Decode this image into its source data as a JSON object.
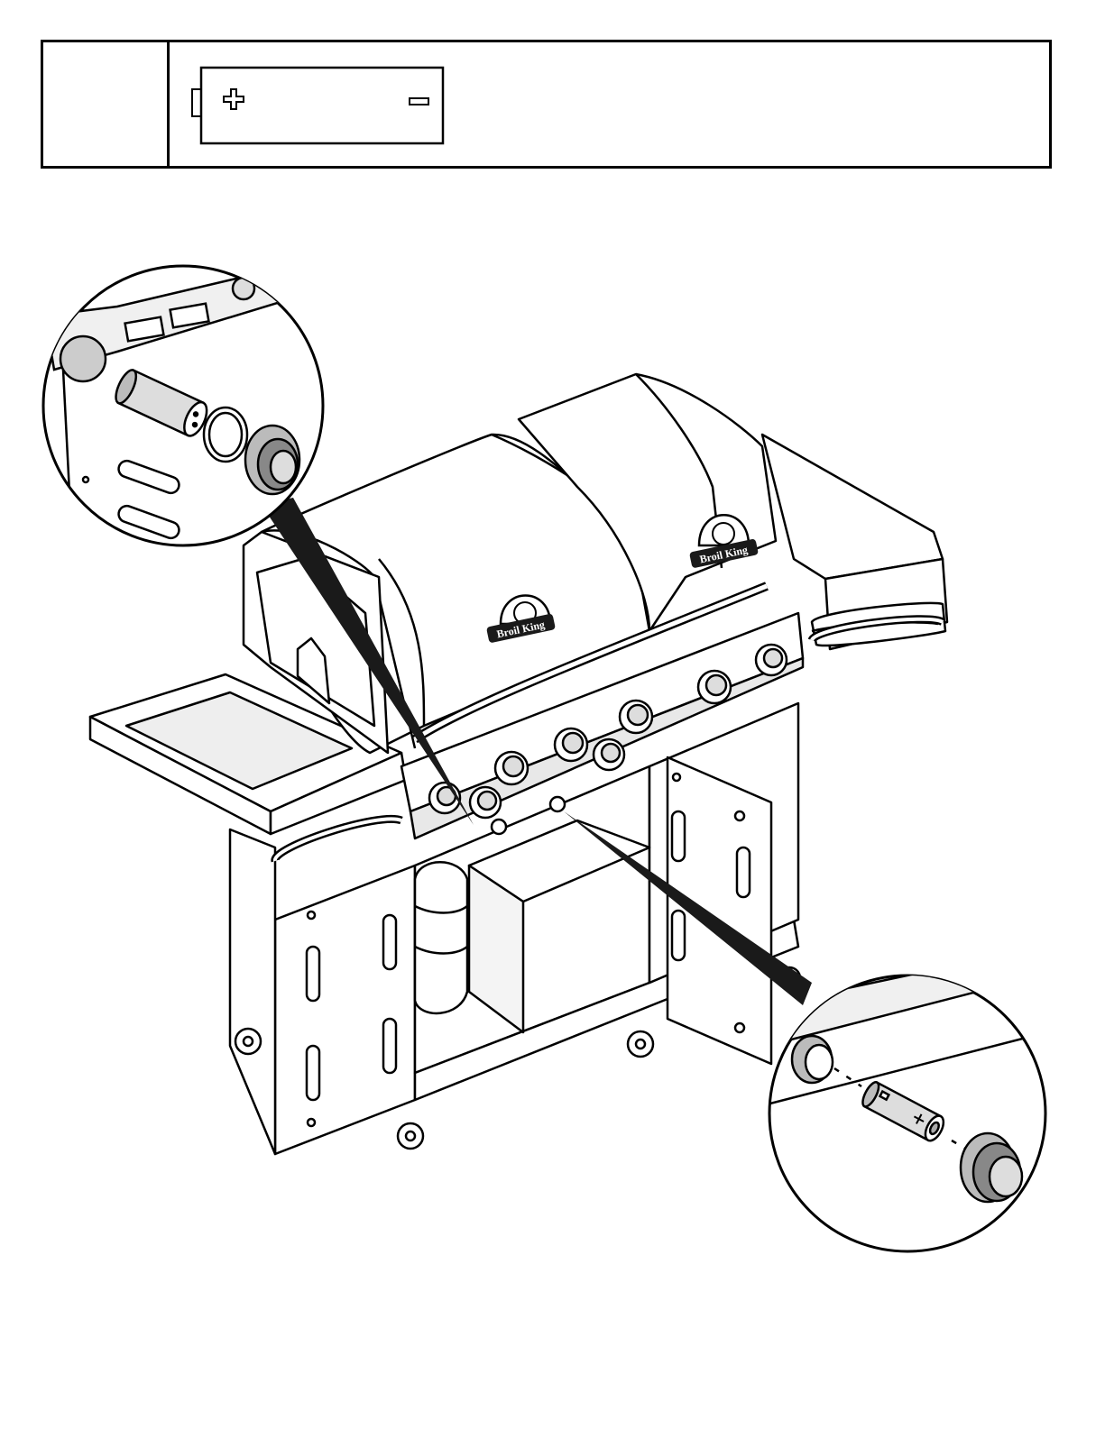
{
  "step": {
    "number": ""
  },
  "battery_icon": {
    "positive_symbol": "+",
    "negative_symbol": "−"
  },
  "illustration": {
    "lid_logo_text": "Broil King",
    "callouts": [
      {
        "name": "igniter-battery-callout-left"
      },
      {
        "name": "igniter-battery-callout-right"
      }
    ]
  },
  "colors": {
    "line": "#000000",
    "background": "#ffffff",
    "shade": "#c8c8c8"
  }
}
